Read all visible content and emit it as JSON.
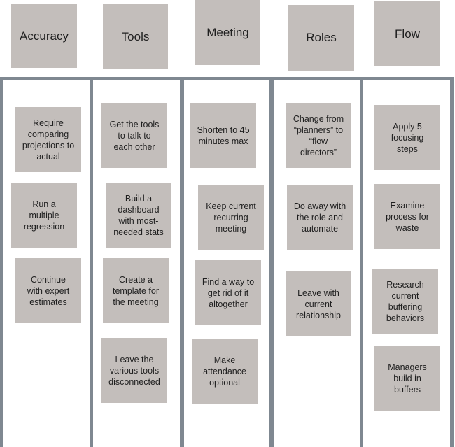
{
  "columns": [
    {
      "header": "Accuracy",
      "notes": [
        "Require\ncomparing\nprojections to\nactual",
        "Run a\nmultiple\nregression",
        "Continue\nwith expert\nestimates"
      ]
    },
    {
      "header": "Tools",
      "notes": [
        "Get the tools\nto talk to\neach other",
        "Build a\ndashboard\nwith most-\nneeded stats",
        "Create a\ntemplate for\nthe meeting",
        "Leave the\nvarious tools\ndisconnected"
      ]
    },
    {
      "header": "Meeting",
      "notes": [
        "Shorten to 45\nminutes max",
        "Keep current\nrecurring\nmeeting",
        "Find a way to\nget rid of it\naltogether",
        "Make\nattendance\noptional"
      ]
    },
    {
      "header": "Roles",
      "notes": [
        "Change from\n“planners” to\n“flow\ndirectors”",
        "Do away with\nthe role and\nautomate",
        "Leave with\ncurrent\nrelationship"
      ]
    },
    {
      "header": "Flow",
      "notes": [
        "Apply 5\nfocusing\nsteps",
        "Examine\nprocess for\nwaste",
        "Research\ncurrent\nbuffering\nbehaviors",
        "Managers\nbuild in\nbuffers"
      ]
    }
  ]
}
